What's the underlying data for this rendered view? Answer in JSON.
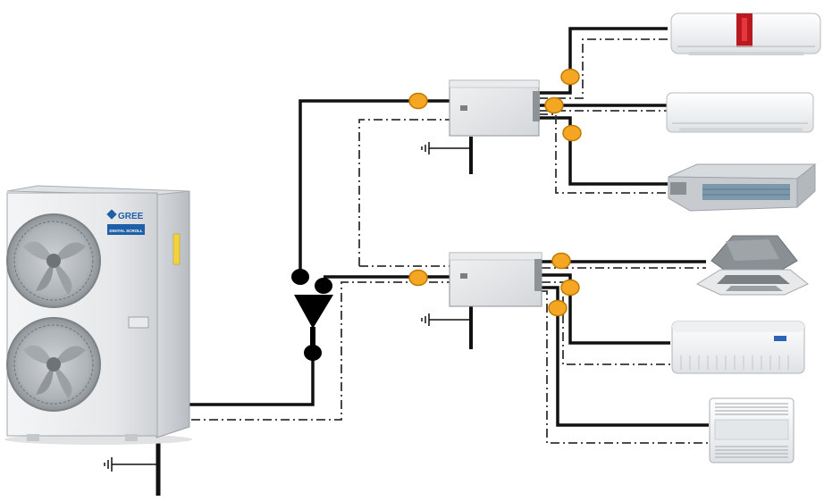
{
  "outdoor_unit": {
    "brand": "GREE",
    "badge": "DIGITAL SCROLL"
  },
  "branch_boxes": [
    {
      "id": "upper",
      "indoor_units": [
        "wall-mounted",
        "wall-mounted",
        "ceiling-concealed duct"
      ]
    },
    {
      "id": "lower",
      "indoor_units": [
        "four-way cassette",
        "ceiling-floor",
        "floor console"
      ]
    }
  ],
  "legend_colors": {
    "pipe": "#111111",
    "valve": "#f5a623",
    "valve_stroke": "#c17a00",
    "unit_body": "#e9eaeb"
  }
}
